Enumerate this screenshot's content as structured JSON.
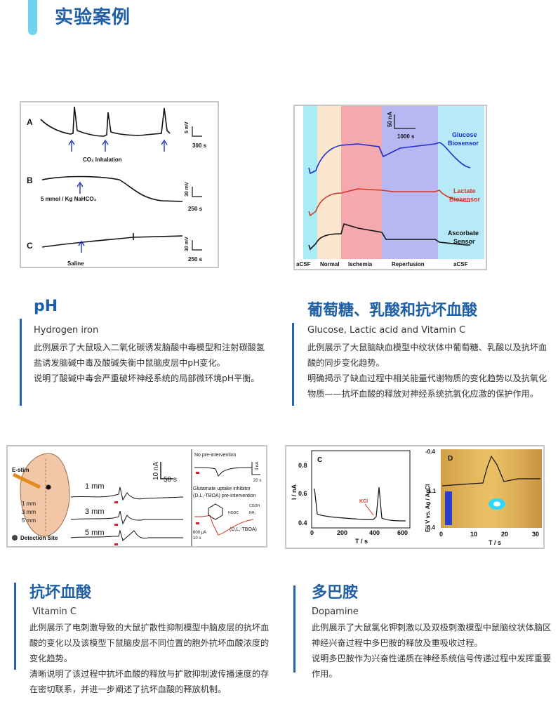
{
  "header": {
    "title": "实验案例"
  },
  "sections": [
    {
      "title": "pH",
      "subtitle": "Hydrogen iron",
      "paragraphs": [
        "此例展示了大鼠吸入二氧化碳诱发脑酸中毒模型和注射碳酸氢盐诱发脑碱中毒及酸碱失衡中鼠脑皮层中pH变化。",
        "说明了酸碱中毒会严重破坏神经系统的局部微环境pH平衡。"
      ]
    },
    {
      "title": "葡萄糖、乳酸和抗坏血酸",
      "subtitle": "Glucose, Lactic acid and Vitamin C",
      "paragraphs": [
        "此例展示了大鼠脑缺血模型中纹状体中葡萄糖、乳酸以及抗坏血酸的同步变化趋势。",
        "明确揭示了缺血过程中相关能量代谢物质的变化趋势以及抗氧化物质——抗坏血酸的释放对神经系统抗氧化应激的保护作用。"
      ]
    },
    {
      "title": "抗坏血酸",
      "subtitle": "Vitamin C",
      "paragraphs": [
        "此例展示了电刺激导致的大鼠扩散性抑制模型中脑皮层的抗坏血酸的变化以及该模型下鼠脑皮层不同位置的胞外抗坏血酸浓度的变化趋势。",
        "清晰说明了该过程中抗坏血酸的释放与扩散抑制波传播速度的存在密切联系，并进一步阐述了抗坏血酸的释放机制。"
      ]
    },
    {
      "title": "多巴胺",
      "subtitle": "Dopamine",
      "paragraphs": [
        "此例展示了大鼠氯化钾刺激以及双极刺激模型中鼠脑纹状体脑区神经兴奋过程中多巴胺的释放及重吸收过程。",
        "说明多巴胺作为兴奋性递质在神经系统信号传递过程中发挥重要作用。"
      ]
    }
  ],
  "fig1": {
    "panel_a": "A",
    "panel_b": "B",
    "panel_c": "C",
    "label_a": "CO₂ Inhalation",
    "label_b": "5 mmol / Kg NaHCO₃",
    "label_c": "Saline",
    "scale_a_v": "5 mV",
    "scale_a_t": "300 s",
    "scale_b_v": "30 mV",
    "scale_b_t": "250 s",
    "scale_c_v": "30 mV",
    "scale_c_t": "250 s"
  },
  "fig2": {
    "phases": [
      "aCSF",
      "Normal",
      "Ischemia",
      "Reperfusion",
      "aCSF"
    ],
    "scale_v": "50 nA",
    "scale_t": "1000 s",
    "trace1": [
      "Glucose",
      "Biosensor"
    ],
    "trace2": [
      "Lactate",
      "Biosensor"
    ],
    "trace3": [
      "Ascorbate",
      "Sensor"
    ],
    "colors": {
      "glucose": "#1f2fcf",
      "lactate": "#d23a2a",
      "ascorbate": "#111111"
    }
  },
  "fig3": {
    "estim": "E-stim",
    "depths": [
      "1 mm",
      "3 mm",
      "5 mm"
    ],
    "detection": "Detection Site",
    "scale_v": "10 nA",
    "scale_t": "50 s",
    "no_pre": "No pre-intervention",
    "scale_small": "3 nA",
    "scale_small_t": "20 s",
    "glu_line1": "Glutamate uptake inhibitor",
    "glu_line2": "(D,L,-TBOA) pre-intervention",
    "scale_600": "600 μA",
    "scale_10s": "10 s",
    "tboa": "(D,L,-TBOA)",
    "cooh": "COOH",
    "hooc": "HOOC",
    "nh2": "NH₂"
  },
  "fig4": {
    "panel_c": "C",
    "panel_d": "D",
    "ylabel_c": "I / nA",
    "xlabel_c": "T / s",
    "yticks_c": [
      "0.8",
      "0.6",
      "0.4"
    ],
    "xticks_c": [
      "0",
      "200",
      "400",
      "600"
    ],
    "kcl": "KCl",
    "ylabel_d": "E / V vs. Ag / AgCl",
    "yticks_d": [
      "-0.4",
      "1.1",
      "-0.4"
    ],
    "xticks_d": [
      "0",
      "10",
      "20",
      "30"
    ],
    "xlabel_d": "T / s"
  }
}
